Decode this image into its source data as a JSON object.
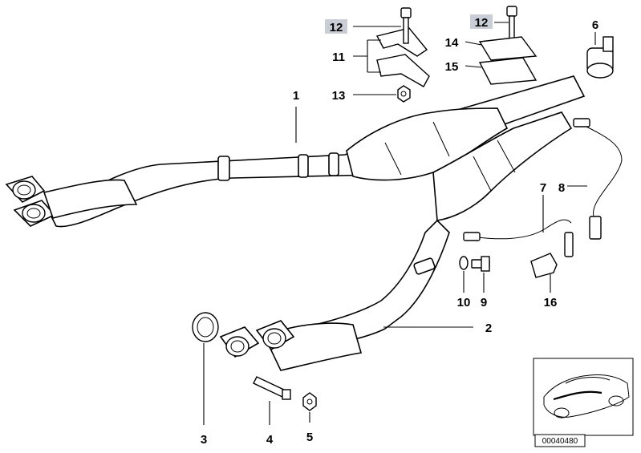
{
  "callouts": [
    {
      "id": "1",
      "text": "1",
      "highlighted": false
    },
    {
      "id": "2",
      "text": "2",
      "highlighted": false
    },
    {
      "id": "3",
      "text": "3",
      "highlighted": false
    },
    {
      "id": "4",
      "text": "4",
      "highlighted": false
    },
    {
      "id": "5",
      "text": "5",
      "highlighted": false
    },
    {
      "id": "6",
      "text": "6",
      "highlighted": false
    },
    {
      "id": "7",
      "text": "7",
      "highlighted": false
    },
    {
      "id": "8",
      "text": "8",
      "highlighted": false
    },
    {
      "id": "9",
      "text": "9",
      "highlighted": false
    },
    {
      "id": "10",
      "text": "10",
      "highlighted": false
    },
    {
      "id": "11",
      "text": "11",
      "highlighted": false
    },
    {
      "id": "12a",
      "text": "12",
      "highlighted": true
    },
    {
      "id": "12b",
      "text": "12",
      "highlighted": true
    },
    {
      "id": "13",
      "text": "13",
      "highlighted": false
    },
    {
      "id": "14",
      "text": "14",
      "highlighted": false
    },
    {
      "id": "15",
      "text": "15",
      "highlighted": false
    },
    {
      "id": "16",
      "text": "16",
      "highlighted": false
    }
  ],
  "inset": {
    "reference_code": "00040480"
  },
  "colors": {
    "highlight": "#c9ced6",
    "line": "#000000",
    "background": "#ffffff"
  }
}
